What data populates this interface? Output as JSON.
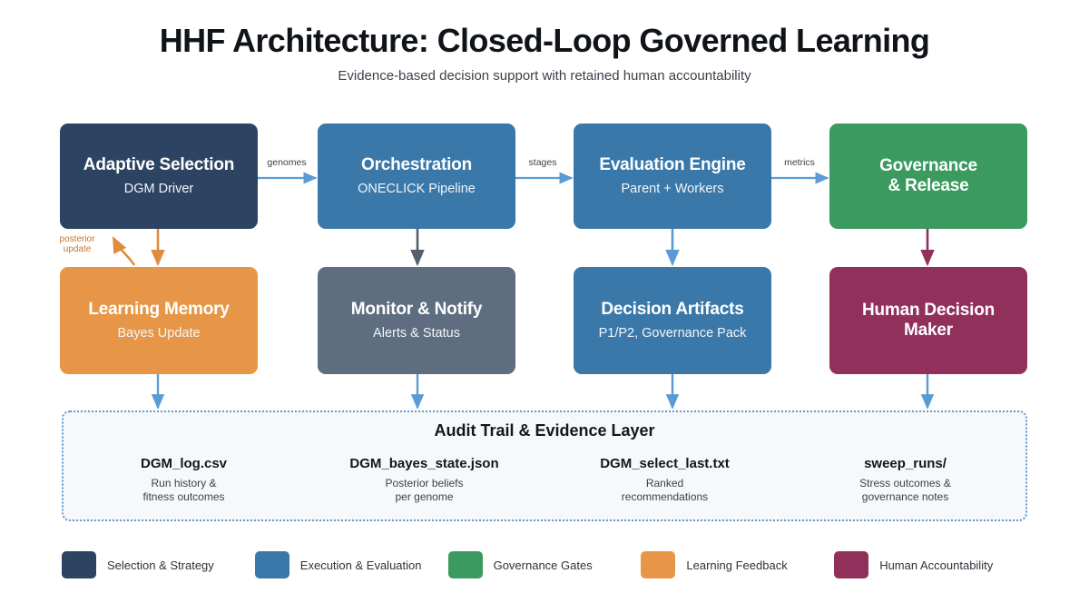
{
  "header": {
    "title": "HHF Architecture: Closed-Loop Governed Learning",
    "subtitle": "Evidence-based decision support with retained human accountability"
  },
  "colors": {
    "navy": "#2c4461",
    "blue": "#3a78a9",
    "green": "#3b9a5f",
    "orange": "#e79647",
    "slate": "#5e6e80",
    "maroon": "#92305c",
    "arrow_blue": "#5b9bd5",
    "arrow_orange": "#e08c3c",
    "arrow_maroon": "#92305c",
    "arrow_slate": "#54606e",
    "panel_bg": "#f6f8fa"
  },
  "nodes": {
    "adaptive_selection": {
      "title": "Adaptive Selection",
      "subtitle": "DGM Driver",
      "color": "#2c4461"
    },
    "orchestration": {
      "title": "Orchestration",
      "subtitle": "ONECLICK Pipeline",
      "color": "#3a78a9"
    },
    "evaluation_engine": {
      "title": "Evaluation Engine",
      "subtitle": "Parent + Workers",
      "color": "#3a78a9"
    },
    "governance_release": {
      "title": "Governance\n& Release",
      "subtitle": "",
      "color": "#3b9a5f"
    },
    "learning_memory": {
      "title": "Learning Memory",
      "subtitle": "Bayes Update",
      "color": "#e79647"
    },
    "monitor_notify": {
      "title": "Monitor & Notify",
      "subtitle": "Alerts & Status",
      "color": "#5e6e80"
    },
    "decision_artifacts": {
      "title": "Decision Artifacts",
      "subtitle": "P1/P2, Governance Pack",
      "color": "#3a78a9"
    },
    "human_decision": {
      "title": "Human Decision\nMaker",
      "subtitle": "",
      "color": "#92305c"
    }
  },
  "edges": {
    "genomes": "genomes",
    "stages": "stages",
    "metrics": "metrics",
    "posterior_update": "posterior\nupdate"
  },
  "audit": {
    "heading": "Audit Trail & Evidence Layer",
    "artifacts": [
      {
        "name": "DGM_log.csv",
        "desc": "Run history &\nfitness outcomes"
      },
      {
        "name": "DGM_bayes_state.json",
        "desc": "Posterior beliefs\nper genome"
      },
      {
        "name": "DGM_select_last.txt",
        "desc": "Ranked\nrecommendations"
      },
      {
        "name": "sweep_runs/",
        "desc": "Stress outcomes &\ngovernance notes"
      }
    ]
  },
  "legend": {
    "items": [
      {
        "label": "Selection & Strategy",
        "color": "#2c4461"
      },
      {
        "label": "Execution & Evaluation",
        "color": "#3a78a9"
      },
      {
        "label": "Governance Gates",
        "color": "#3b9a5f"
      },
      {
        "label": "Learning Feedback",
        "color": "#e79647"
      },
      {
        "label": "Human Accountability",
        "color": "#92305c"
      }
    ]
  }
}
